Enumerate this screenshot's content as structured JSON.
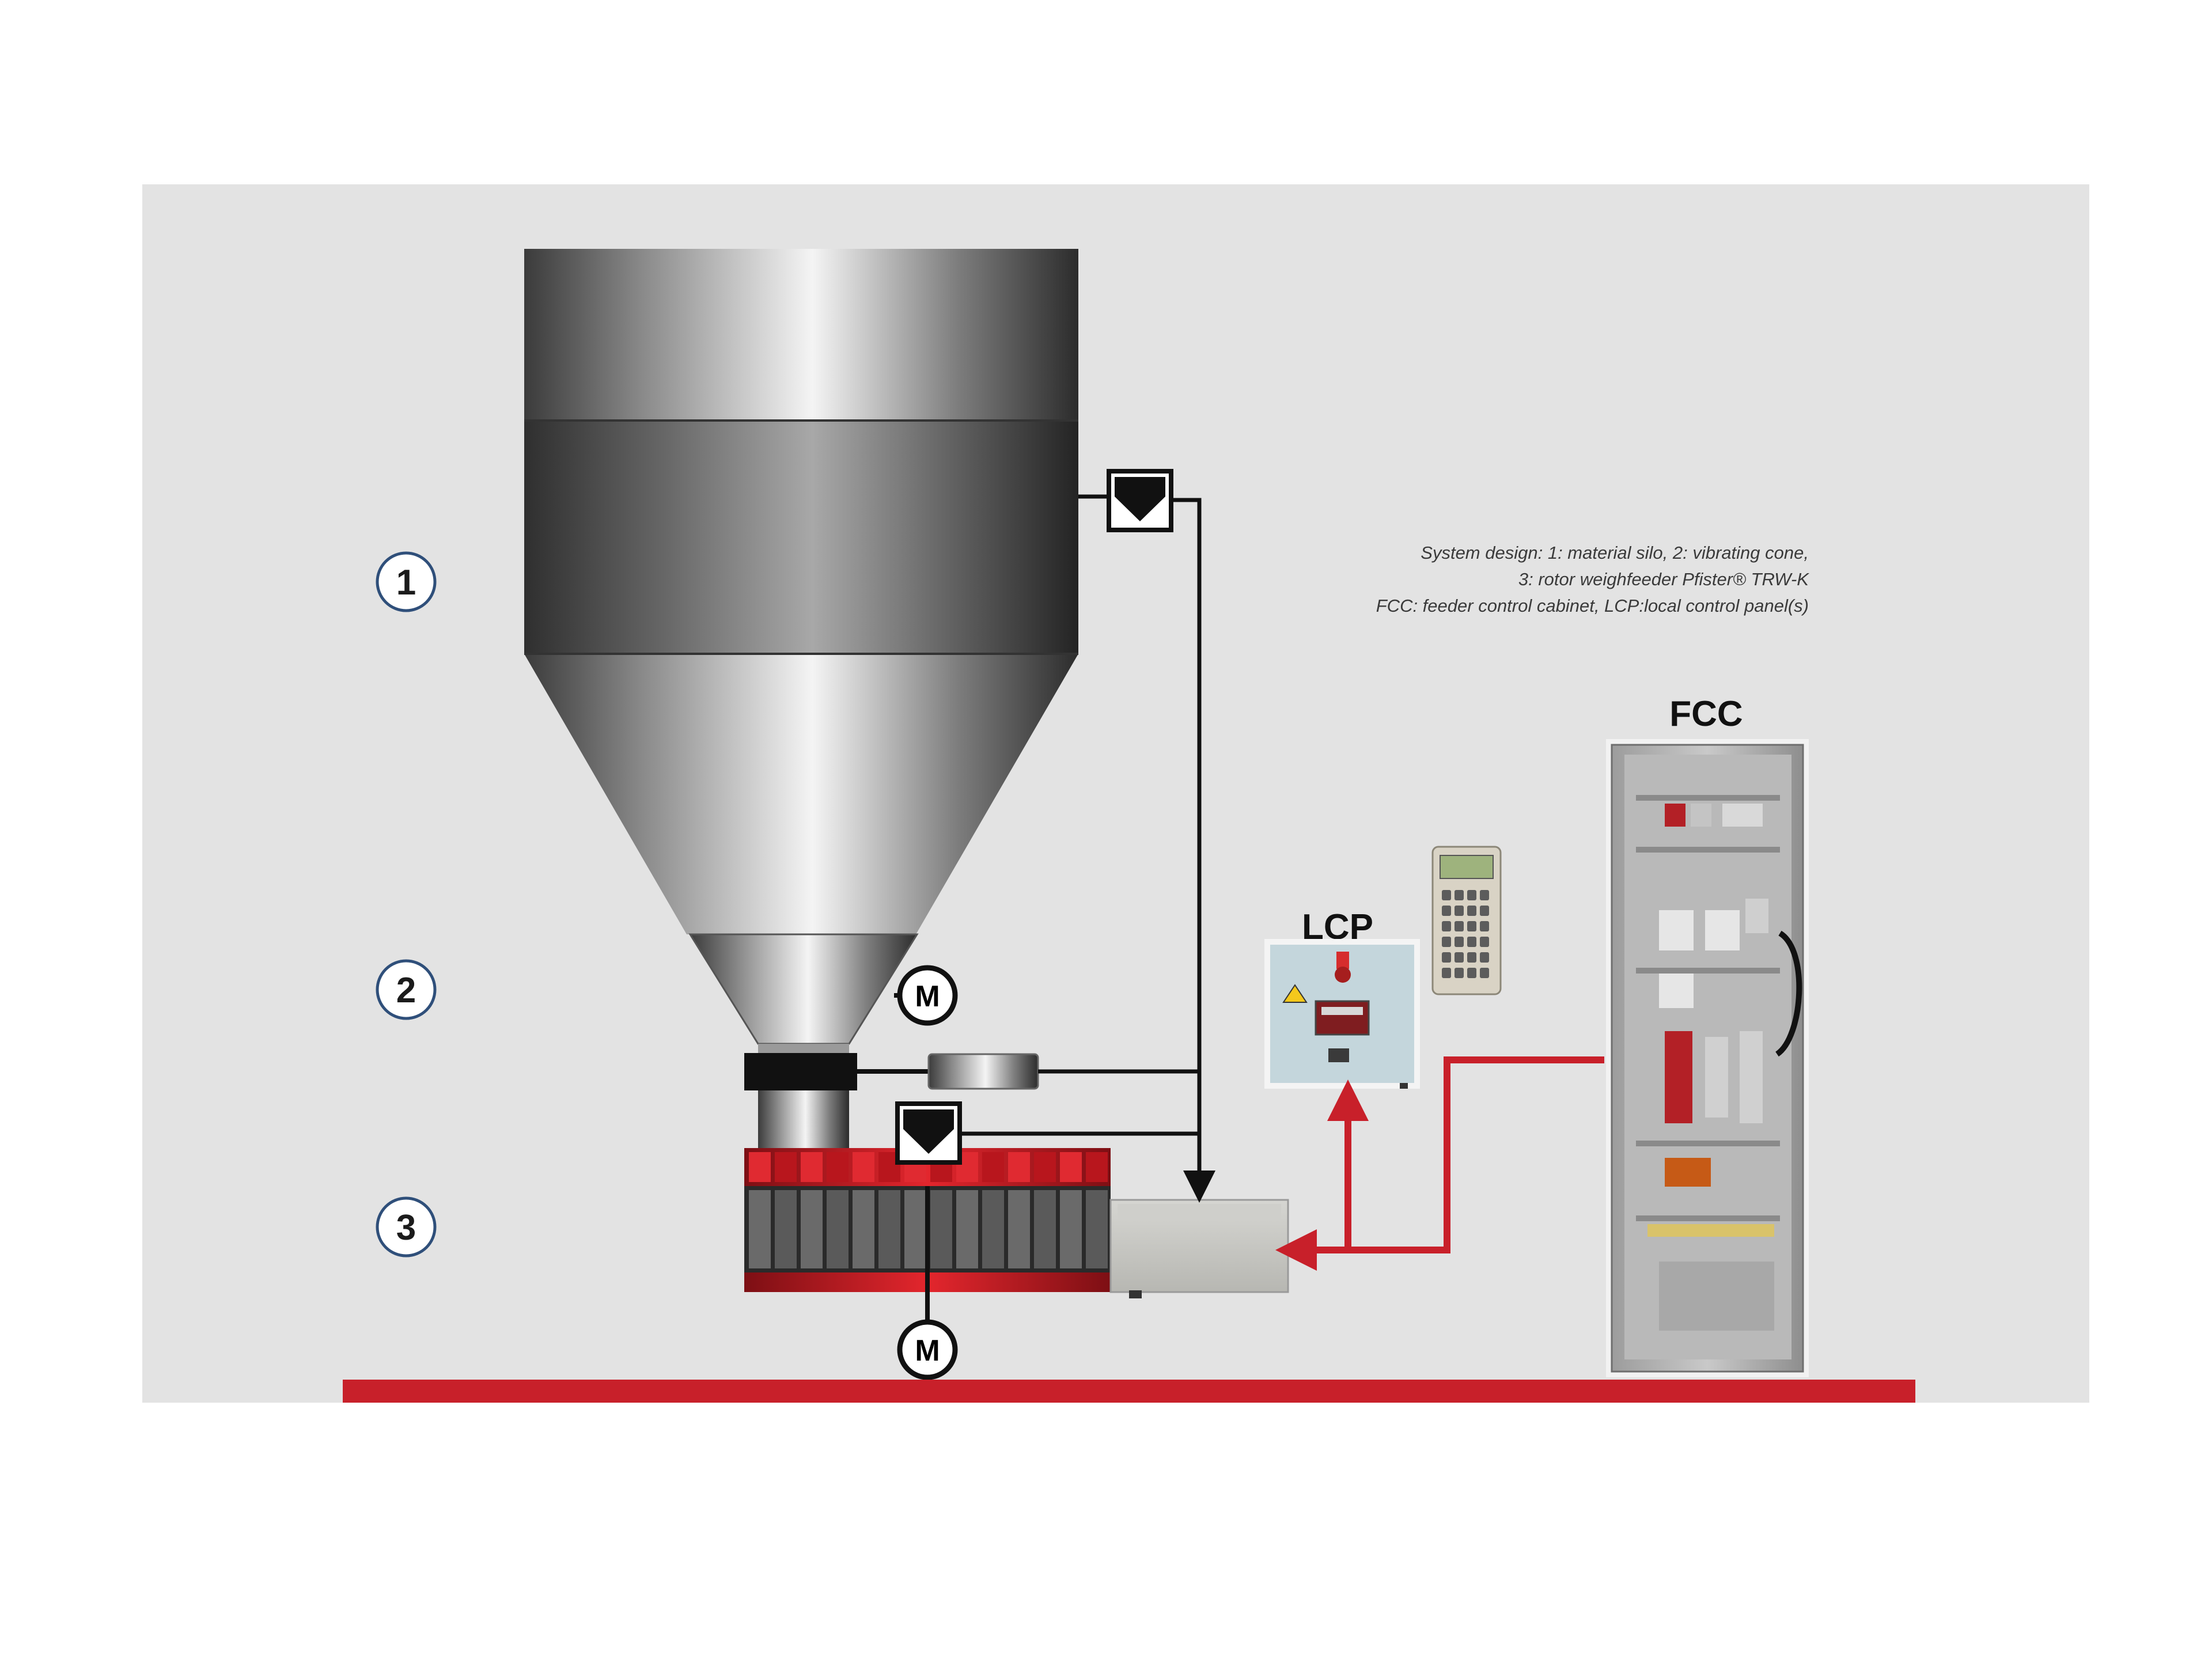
{
  "caption": {
    "line1": "System design: 1: material silo, 2: vibrating cone,",
    "line2": "3: rotor weighfeeder Pfister® TRW-K",
    "line3": "FCC: feeder control cabinet, LCP:local control panel(s)"
  },
  "markers": {
    "one": "1",
    "two": "2",
    "three": "3"
  },
  "labels": {
    "fcc": "FCC",
    "lcp": "LCP",
    "motor_symbol": "M"
  },
  "colors": {
    "background_panel": "#e3e3e3",
    "accent_red": "#c8202a",
    "signal_line": "#111111",
    "marker_ring": "#2f4f7a"
  }
}
